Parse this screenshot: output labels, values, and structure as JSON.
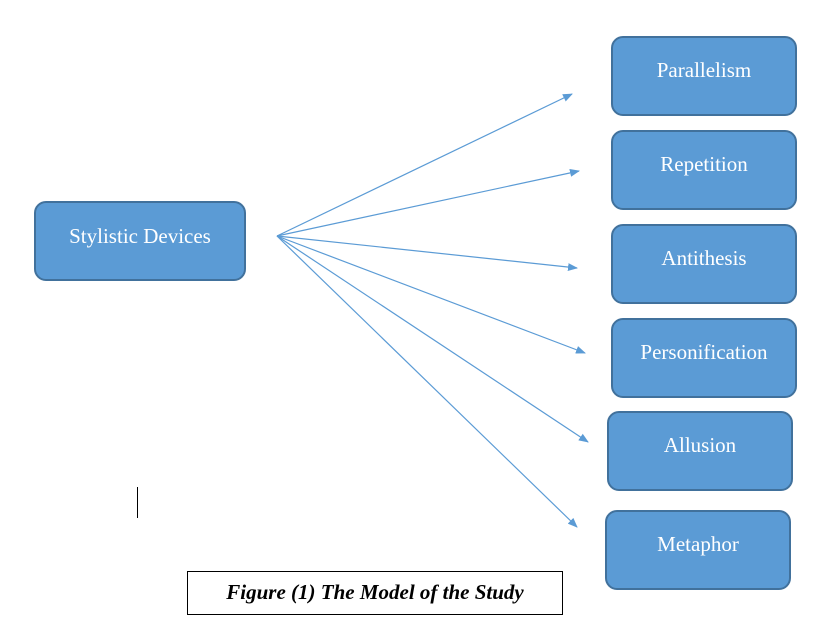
{
  "diagram": {
    "source": {
      "label": "Stylistic Devices"
    },
    "targets": [
      {
        "label": "Parallelism"
      },
      {
        "label": "Repetition"
      },
      {
        "label": "Antithesis"
      },
      {
        "label": "Personification"
      },
      {
        "label": "Allusion"
      },
      {
        "label": "Metaphor"
      }
    ],
    "edges": [
      {
        "from": "Stylistic Devices",
        "to": "Parallelism"
      },
      {
        "from": "Stylistic Devices",
        "to": "Repetition"
      },
      {
        "from": "Stylistic Devices",
        "to": "Antithesis"
      },
      {
        "from": "Stylistic Devices",
        "to": "Personification"
      },
      {
        "from": "Stylistic Devices",
        "to": "Allusion"
      },
      {
        "from": "Stylistic Devices",
        "to": "Metaphor"
      }
    ],
    "colors": {
      "box_fill": "#5b9bd5",
      "box_border": "#41719c",
      "arrow": "#5b9bd5",
      "text": "#ffffff"
    }
  },
  "caption": "Figure (1) The Model of the Study"
}
